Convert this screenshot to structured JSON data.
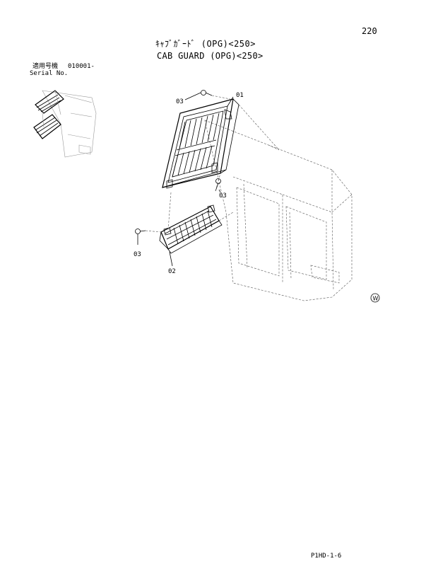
{
  "page_number": "220",
  "title_jp": "ｷｬﾌﾞｶﾞｰﾄﾞ (OPG)<250>",
  "title_en": "CAB GUARD (OPG)<250>",
  "serial": {
    "label_jp": "適用号機",
    "value": "010001-",
    "label_en": "Serial No."
  },
  "callouts": {
    "part_01": "01",
    "part_02": "02",
    "part_03_top": "03",
    "part_03_mid": "03",
    "part_03_left": "03"
  },
  "w_mark": "W",
  "footer_code": "P1HD-1-6"
}
